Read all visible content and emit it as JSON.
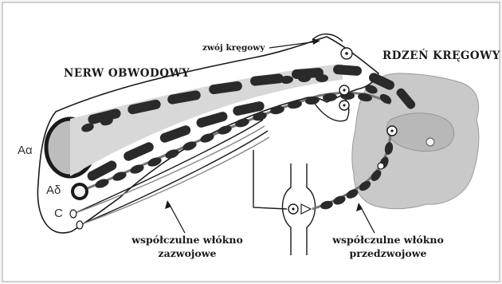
{
  "labels": {
    "nerve": "NERW OBWODOWY",
    "spinal_cord": "RDZEŃ KRĘGOWY",
    "ganglion": "zwój kręgowy",
    "postganglionic_line1": "współczulne włókno",
    "postganglionic_line2": "zazwojowe",
    "preganglionic_line1": "współczulne włókno",
    "preganglionic_line2": "przedzwojowe"
  },
  "fibers": [
    {
      "name": "Aα"
    },
    {
      "name": "Aδ"
    },
    {
      "name": "C"
    }
  ],
  "colors": {
    "background": "#f4f4f4",
    "frame": "#d0d0d0",
    "ink": "#1a1a1a",
    "cord_fill": "#c9c9c9",
    "axon_fill": "#bdbdbd"
  }
}
